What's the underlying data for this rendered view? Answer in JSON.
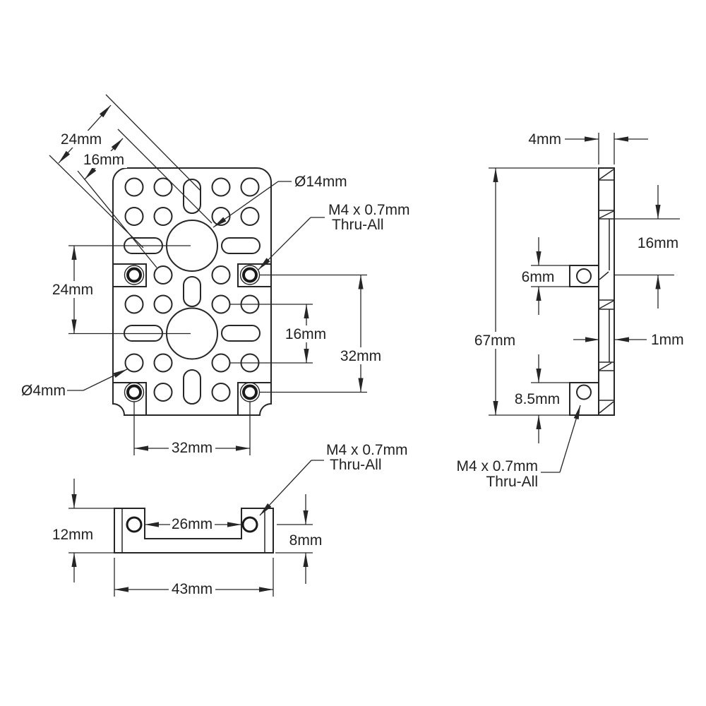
{
  "drawing": {
    "title_hint": "engineering dimension drawing, three views of a pattern mount plate",
    "line_color": "#262626",
    "background": "#ffffff",
    "front_view": {
      "diag_24": "24mm",
      "diag_16": "16mm",
      "dia_large": "Ø14mm",
      "m4_line1": "M4 x 0.7mm",
      "m4_line2": "Thru-All",
      "left_24": "24mm",
      "dia_small": "Ø4mm",
      "right_16": "16mm",
      "right_32": "32mm",
      "bottom_32": "32mm"
    },
    "bottom_view": {
      "h_12": "12mm",
      "w_26": "26mm",
      "m4_line1": "M4 x 0.7mm",
      "m4_line2": "Thru-All",
      "h_8": "8mm",
      "w_43": "43mm"
    },
    "side_view": {
      "t_4": "4mm",
      "s_16": "16mm",
      "tab_6": "6mm",
      "h_67": "67mm",
      "web_1": "1mm",
      "tab_8_5": "8.5mm",
      "m4_line1": "M4 x 0.7mm",
      "m4_line2": "Thru-All"
    }
  }
}
